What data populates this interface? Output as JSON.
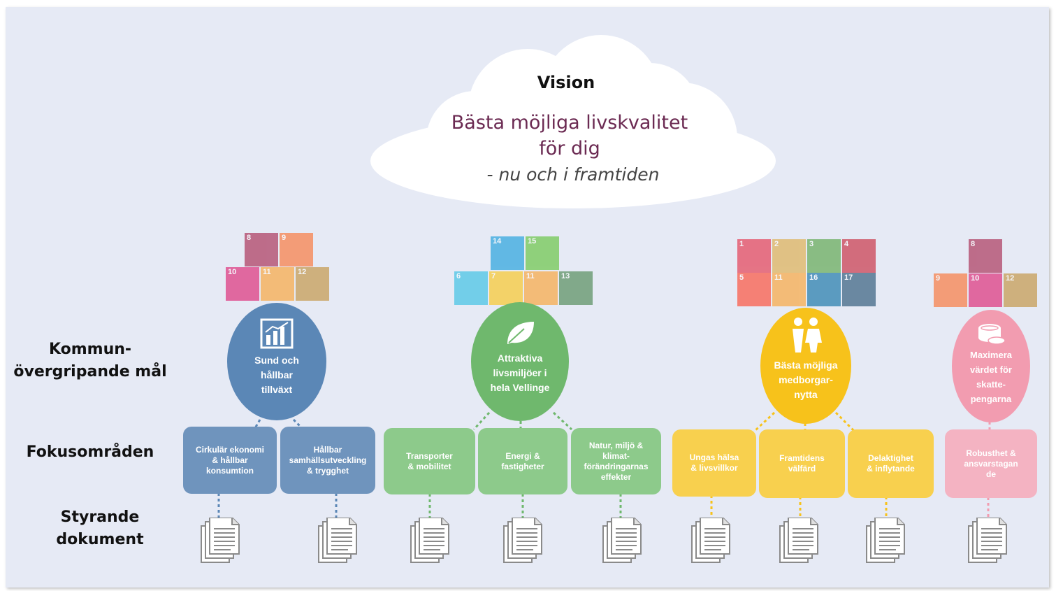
{
  "vision": {
    "title": "Vision",
    "line1": "Bästa möjliga livskvalitet",
    "line2": "för dig",
    "subtitle": "- nu och i framtiden"
  },
  "row_labels": {
    "goals": [
      "Kommun-",
      "övergripande mål"
    ],
    "focus": "Fokusområden",
    "docs": [
      "Styrande",
      "dokument"
    ]
  },
  "goals": [
    {
      "name": "Sund och hållbar tillväxt",
      "lines": [
        "Sund och",
        "hållbar",
        "tillväxt"
      ],
      "color": "#5b87b6",
      "icon": "bar-chart-icon",
      "focus": [
        {
          "lines": [
            "Cirkulär ekonomi",
            "& hållbar",
            "konsumtion"
          ]
        },
        {
          "lines": [
            "Hållbar",
            "samhällsutveckling",
            "& trygghet"
          ]
        }
      ],
      "sdgs": [
        {
          "num": "8",
          "color": "#a21942"
        },
        {
          "num": "9",
          "color": "#fd6925"
        },
        {
          "num": "10",
          "color": "#dd1367"
        },
        {
          "num": "11",
          "color": "#fd9d24"
        },
        {
          "num": "12",
          "color": "#bf8b2e"
        }
      ]
    },
    {
      "name": "Attraktiva livsmiljöer i hela Vellinge",
      "lines": [
        "Attraktiva",
        "livsmiljöer i",
        "hela Vellinge"
      ],
      "color": "#6fb86d",
      "icon": "leaf-icon",
      "focus": [
        {
          "lines": [
            "Transporter",
            "& mobilitet"
          ]
        },
        {
          "lines": [
            "Energi &",
            "fastigheter"
          ]
        },
        {
          "lines": [
            "Natur, miljö &",
            "klimat-",
            "förändringarnas",
            "effekter"
          ]
        }
      ],
      "sdgs": [
        {
          "num": "14",
          "color": "#0a97d9"
        },
        {
          "num": "15",
          "color": "#56c02b"
        },
        {
          "num": "6",
          "color": "#26bde2"
        },
        {
          "num": "7",
          "color": "#fcc30b"
        },
        {
          "num": "11",
          "color": "#fd9d24"
        },
        {
          "num": "13",
          "color": "#3f7e44"
        }
      ]
    },
    {
      "name": "Bästa möjliga medborgarnytta",
      "lines": [
        "Bästa möjliga",
        "medborgar-",
        "nytta"
      ],
      "color": "#f7c21b",
      "icon": "people-icon",
      "focus": [
        {
          "lines": [
            "Ungas hälsa",
            "& livsvillkor"
          ]
        },
        {
          "lines": [
            "Framtidens",
            "välfärd"
          ]
        },
        {
          "lines": [
            "Delaktighet",
            "& inflytande"
          ]
        }
      ],
      "sdgs": [
        {
          "num": "1",
          "color": "#e5243b"
        },
        {
          "num": "2",
          "color": "#dda63a"
        },
        {
          "num": "3",
          "color": "#4c9f38"
        },
        {
          "num": "4",
          "color": "#c5192d"
        },
        {
          "num": "5",
          "color": "#ff3a21"
        },
        {
          "num": "11",
          "color": "#fd9d24"
        },
        {
          "num": "16",
          "color": "#00689d"
        },
        {
          "num": "17",
          "color": "#19486a"
        }
      ]
    },
    {
      "name": "Maximera värdet för skattepengarna",
      "lines": [
        "Maximera",
        "värdet för",
        "skatte-",
        "pengarna"
      ],
      "color": "#f29cb0",
      "icon": "coins-icon",
      "focus": [
        {
          "lines": [
            "Robusthet &",
            "ansvarstagan",
            "de"
          ]
        }
      ],
      "sdgs": [
        {
          "num": "8",
          "color": "#a21942"
        },
        {
          "num": "9",
          "color": "#fd6925"
        },
        {
          "num": "10",
          "color": "#dd1367"
        },
        {
          "num": "12",
          "color": "#bf8b2e"
        }
      ]
    }
  ],
  "document_icon": "document-stack-icon"
}
